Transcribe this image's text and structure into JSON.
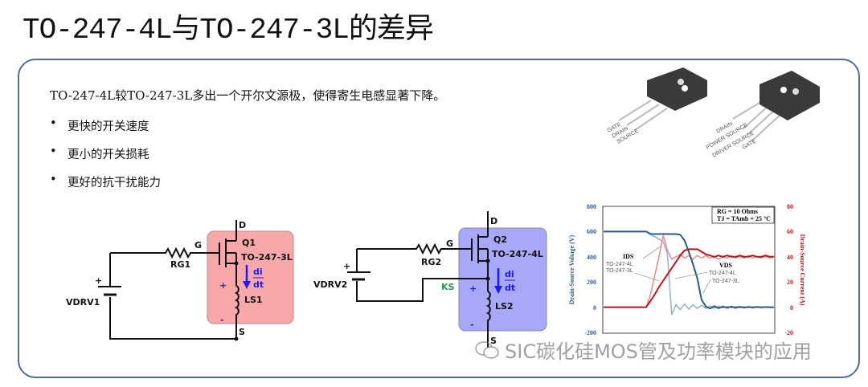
{
  "slide": {
    "title": "TO-247-4L与TO-247-3L的差异",
    "lead": "TO-247-4L较TO-247-3L多出一个开尔文源极，使得寄生电感显著下降。",
    "bullets": [
      "更快的开关速度",
      "更小的开关损耗",
      "更好的抗干扰能力"
    ],
    "bullet_glyph": "•"
  },
  "packages": {
    "three_lead_pins": [
      "GATE",
      "DRAIN",
      "SOURCE"
    ],
    "four_lead_pins": [
      "DRAIN",
      "POWER SOURCE",
      "DRIVER SOURCE",
      "GATE"
    ]
  },
  "circuit1": {
    "d": "D",
    "g": "G",
    "s": "S",
    "q": "Q1",
    "pkg": "TO-247-3L",
    "rg": "RG1",
    "ls": "LS1",
    "vdrv": "VDRV1",
    "di": "di",
    "dt": "dt",
    "plus": "+",
    "minus": "-",
    "box_color": "#f8a8a8"
  },
  "circuit2": {
    "d": "D",
    "g": "G",
    "s": "S",
    "q": "Q2",
    "pkg": "TO-247-4L",
    "rg": "RG2",
    "ls": "LS2",
    "vdrv": "VDRV2",
    "ks": "KS",
    "di": "di",
    "dt": "dt",
    "plus": "+",
    "minus": "-",
    "box_color": "#a8a8f8"
  },
  "chart_data": {
    "type": "line",
    "ylabel_left": "Drain-Source Voltage (V)",
    "ylabel_right": "Drain-Source Current (A)",
    "ylim_left": [
      -200,
      800
    ],
    "ylim_right": [
      -20,
      80
    ],
    "yticks_left": [
      "800",
      "600",
      "400",
      "200",
      "0",
      "-200"
    ],
    "yticks_right": [
      "80",
      "60",
      "40",
      "20",
      "0",
      "-20"
    ],
    "annotation_box": [
      "RG = 10 Ohms",
      "TJ = TAmb = 25 °C"
    ],
    "labels": {
      "ids": "IDS",
      "ids_4l": "TO-247-4L",
      "ids_3l": "TO-247-3L",
      "vds": "VDS",
      "vds_4l": "TO-247-4L",
      "vds_3l": "TO-247-3L"
    },
    "grid": false,
    "series": [
      {
        "name": "VDS TO-247-4L",
        "axis": "left",
        "color": "#2c5a8c",
        "values": [
          600,
          600,
          600,
          600,
          600,
          600,
          600,
          600,
          600,
          600,
          600,
          582,
          580,
          580,
          580,
          580,
          580,
          580,
          575,
          530,
          440,
          340,
          230,
          60,
          5,
          -10,
          8,
          -8,
          6,
          -6,
          5,
          -5,
          4,
          -4,
          3,
          -3,
          2,
          -2,
          1,
          -1,
          0
        ]
      },
      {
        "name": "VDS TO-247-3L",
        "axis": "left",
        "color": "#8fb0d2",
        "values": [
          600,
          600,
          600,
          600,
          600,
          600,
          600,
          600,
          600,
          600,
          600,
          575,
          560,
          540,
          520,
          420,
          -60,
          20,
          -20,
          25,
          -15,
          20,
          -10,
          15,
          -10,
          10,
          -8,
          8,
          -6,
          6,
          -5,
          5,
          -4,
          4,
          -3,
          3,
          -2,
          2,
          -1,
          1,
          0
        ]
      },
      {
        "name": "IDS TO-247-4L",
        "axis": "right",
        "color": "#c0141c",
        "values": [
          0,
          0,
          0,
          0,
          0,
          0,
          0,
          0,
          0,
          0,
          0,
          5,
          10,
          16,
          21,
          26,
          31,
          36,
          41,
          45,
          46,
          46,
          46,
          44,
          42,
          41,
          40,
          41,
          40,
          41,
          40,
          40,
          41,
          40,
          40,
          41,
          40,
          40,
          41,
          40,
          40
        ]
      },
      {
        "name": "IDS TO-247-3L",
        "axis": "right",
        "color": "#f08a8a",
        "values": [
          0,
          0,
          0,
          0,
          0,
          0,
          0,
          0,
          0,
          0,
          0,
          10,
          25,
          40,
          57,
          45,
          38,
          40,
          42,
          39,
          41,
          38,
          41,
          39,
          41,
          39,
          40,
          38,
          40,
          39,
          41,
          39,
          40,
          39,
          41,
          39,
          40,
          39,
          40,
          39,
          40
        ]
      }
    ]
  },
  "watermark": "SIC碳化硅MOS管及功率模块的应用"
}
